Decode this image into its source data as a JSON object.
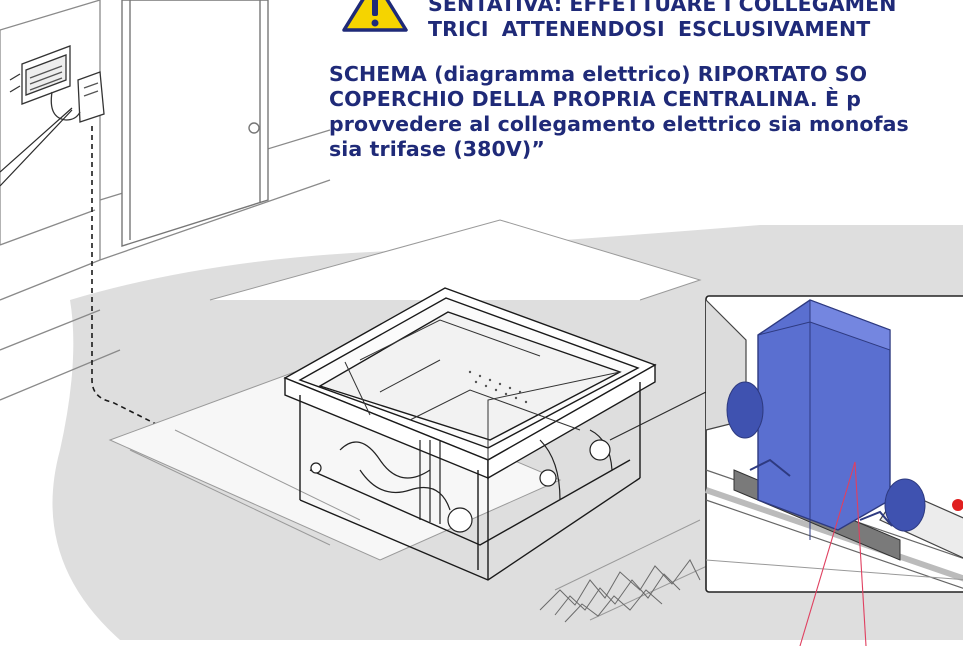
{
  "warning": {
    "icon": "warning-triangle-icon",
    "color": "#1f2a78",
    "fill": "#f5d400",
    "lines": [
      "SENTATIVA: EFFETTUARE I COLLEGAMEN",
      "TRICI ATTENENDOSI ESCLUSIVAMENT",
      "SCHEMA (diagramma elettrico) RIPORTATO SO",
      "COPERCHIO DELLA PROPRIA CENTRALINA. È p",
      "provvedere al collegamento elettrico sia monofas",
      "sia trifase (380V)”"
    ]
  },
  "colors": {
    "pump": "#5a6fd0",
    "pump_dark": "#3f52b0",
    "ground_shadow": "#dcdcdc",
    "pipe_red": "#e02020"
  }
}
